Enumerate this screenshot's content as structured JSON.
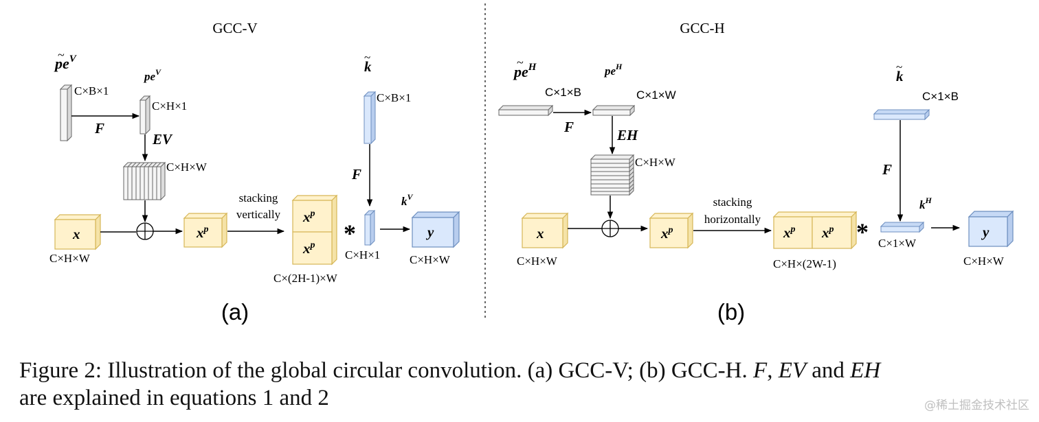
{
  "panel_a": {
    "title": "GCC-V",
    "sublabel": "(a)",
    "pe_tilde": "pe",
    "pe_tilde_sup": "V",
    "pe": "pe",
    "pe_sup": "V",
    "dim_pe_tilde": "C×B×1",
    "dim_pe": "C×H×1",
    "F": "F",
    "EV": "EV",
    "dim_stack": "C×H×W",
    "x": "x",
    "dim_x": "C×H×W",
    "xp": "x",
    "xp_sup": "p",
    "stack_line1": "stacking",
    "stack_line2": "vertically",
    "dim_stacked": "C×(2H-1)×W",
    "k_tilde": "k",
    "dim_k_tilde": "C×B×1",
    "F2": "F",
    "k": "k",
    "k_sup": "V",
    "dim_k": "C×H×1",
    "y": "y",
    "dim_y": "C×H×W",
    "conv": "*"
  },
  "panel_b": {
    "title": "GCC-H",
    "sublabel": "(b)",
    "pe_tilde": "pe",
    "pe_tilde_sup": "H",
    "pe": "pe",
    "pe_sup": "H",
    "dim_pe_tilde": "C×1×B",
    "dim_pe": "C×1×W",
    "F": "F",
    "EH": "EH",
    "dim_stack": "C×H×W",
    "x": "x",
    "dim_x": "C×H×W",
    "xp": "x",
    "xp_sup": "p",
    "stack_line1": "stacking",
    "stack_line2": "horizontally",
    "dim_stacked": "C×H×(2W-1)",
    "k_tilde": "k",
    "dim_k_tilde": "C×1×B",
    "F2": "F",
    "k": "k",
    "k_sup": "H",
    "dim_k": "C×1×W",
    "y": "y",
    "dim_y": "C×H×W",
    "conv": "*"
  },
  "caption": {
    "prefix": "Figure 2: Illustration of the global circular convolution. (a) GCC-V; (b) GCC-H.",
    "F": "F",
    "sep1": ",",
    "EV": "EV",
    "and": "and",
    "EH": "EH",
    "line2": "are explained in equations 1 and 2"
  },
  "watermark": "@稀土掘金技术社区",
  "colors": {
    "yellow_fill": "#fff2cc",
    "yellow_stroke": "#d6b656",
    "blue_fill": "#dae8fc",
    "blue_stroke": "#6c8ebf",
    "gray_fill": "#f5f5f5",
    "gray_stroke": "#666666"
  }
}
